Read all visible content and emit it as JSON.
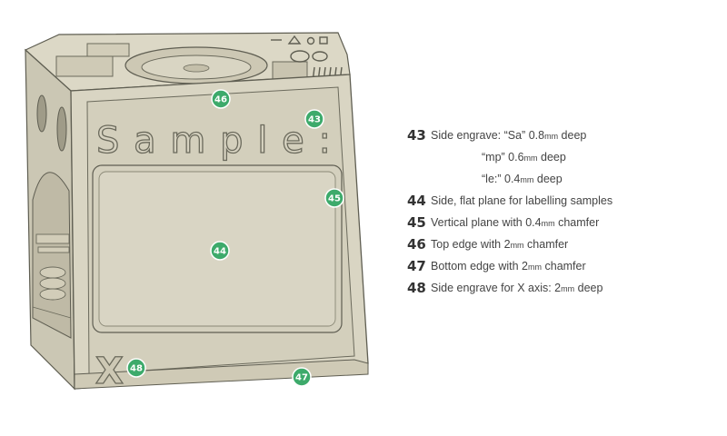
{
  "engravings": {
    "sample": "Sample:",
    "x_axis": "X"
  },
  "markers": [
    {
      "id": "46"
    },
    {
      "id": "43"
    },
    {
      "id": "45"
    },
    {
      "id": "44"
    },
    {
      "id": "48"
    },
    {
      "id": "47"
    }
  ],
  "legend": {
    "43": {
      "number": "43",
      "line1_text": "Side engrave: “Sa” 0.8",
      "line1_unit": "mm",
      "line1_suffix": " deep",
      "line2_text": "“mp” 0.6",
      "line2_unit": "mm",
      "line2_suffix": " deep",
      "line3_text": "“le:” 0.4",
      "line3_unit": "mm",
      "line3_suffix": " deep"
    },
    "44": {
      "number": "44",
      "text": "Side, flat plane for labelling samples"
    },
    "45": {
      "number": "45",
      "text": "Vertical plane with 0.4",
      "unit": "mm",
      "suffix": " chamfer"
    },
    "46": {
      "number": "46",
      "text": "Top edge with 2",
      "unit": "mm",
      "suffix": " chamfer"
    },
    "47": {
      "number": "47",
      "text": "Bottom edge with 2",
      "unit": "mm",
      "suffix": " chamfer"
    },
    "48": {
      "number": "48",
      "text": "Side engrave for X axis: 2",
      "unit": "mm",
      "suffix": " deep"
    }
  },
  "colors": {
    "marker": "#3daa6b",
    "body": "#d7d3c1",
    "outline": "#5f5e52"
  }
}
